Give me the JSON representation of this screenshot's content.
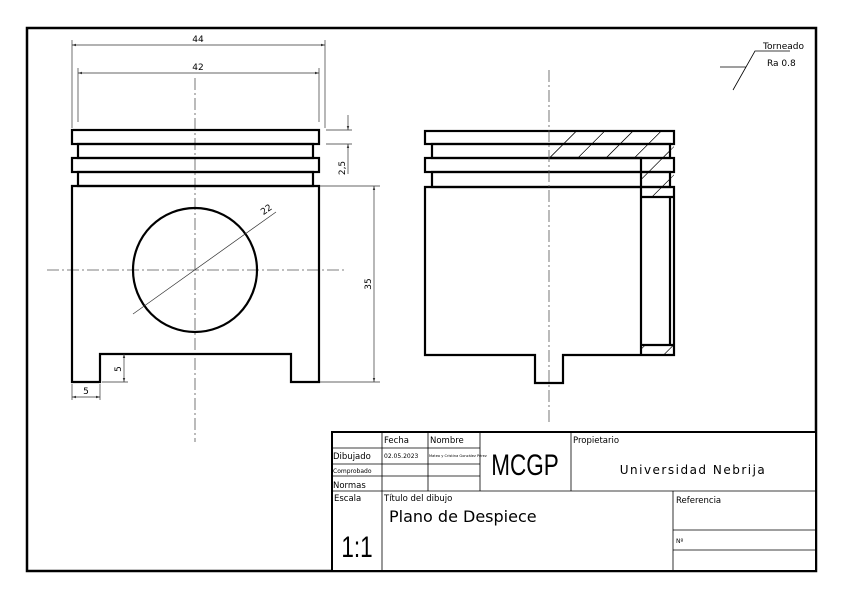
{
  "surface_finish": {
    "process": "Torneado",
    "roughness": "Ra 0.8"
  },
  "dimensions": {
    "outer_diameter": "44",
    "ring_diameter": "42",
    "groove_pitch": "2,5",
    "height": "35",
    "pin_hole_diameter": "22",
    "notch_height": "5",
    "notch_width": "5"
  },
  "title_block": {
    "fecha_label": "Fecha",
    "nombre_label": "Nombre",
    "dibujado_label": "Dibujado",
    "comprobado_label": "Comprobado",
    "normas_label": "Normas",
    "fecha_value": "02.05.2023",
    "nombre_value": "Mateo y Cristina González Pérez",
    "initials": "MCGP",
    "propietario_label": "Propietario",
    "propietario_value": "Universidad Nebrija",
    "escala_label": "Escala",
    "escala_value": "1:1",
    "titulo_label": "Título del dibujo",
    "titulo_value": "Plano de Despiece",
    "referencia_label": "Referencia",
    "numero_label": "Nº"
  }
}
